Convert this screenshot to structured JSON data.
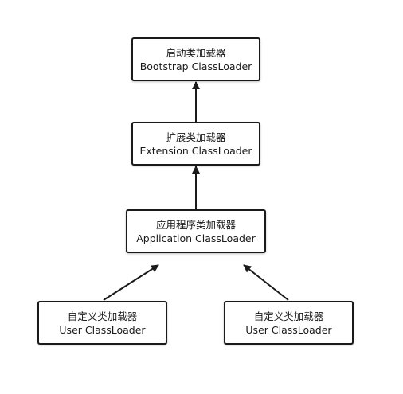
{
  "nodes": {
    "bootstrap": {
      "cn": "启动类加载器",
      "en": "Bootstrap ClassLoader"
    },
    "extension": {
      "cn": "扩展类加载器",
      "en": "Extension ClassLoader"
    },
    "application": {
      "cn": "应用程序类加载器",
      "en": "Application ClassLoader"
    },
    "user_left": {
      "cn": "自定义类加载器",
      "en": "User ClassLoader"
    },
    "user_right": {
      "cn": "自定义类加载器",
      "en": "User ClassLoader"
    }
  },
  "colors": {
    "stroke": "#1a1a1a",
    "background": "#ffffff"
  }
}
